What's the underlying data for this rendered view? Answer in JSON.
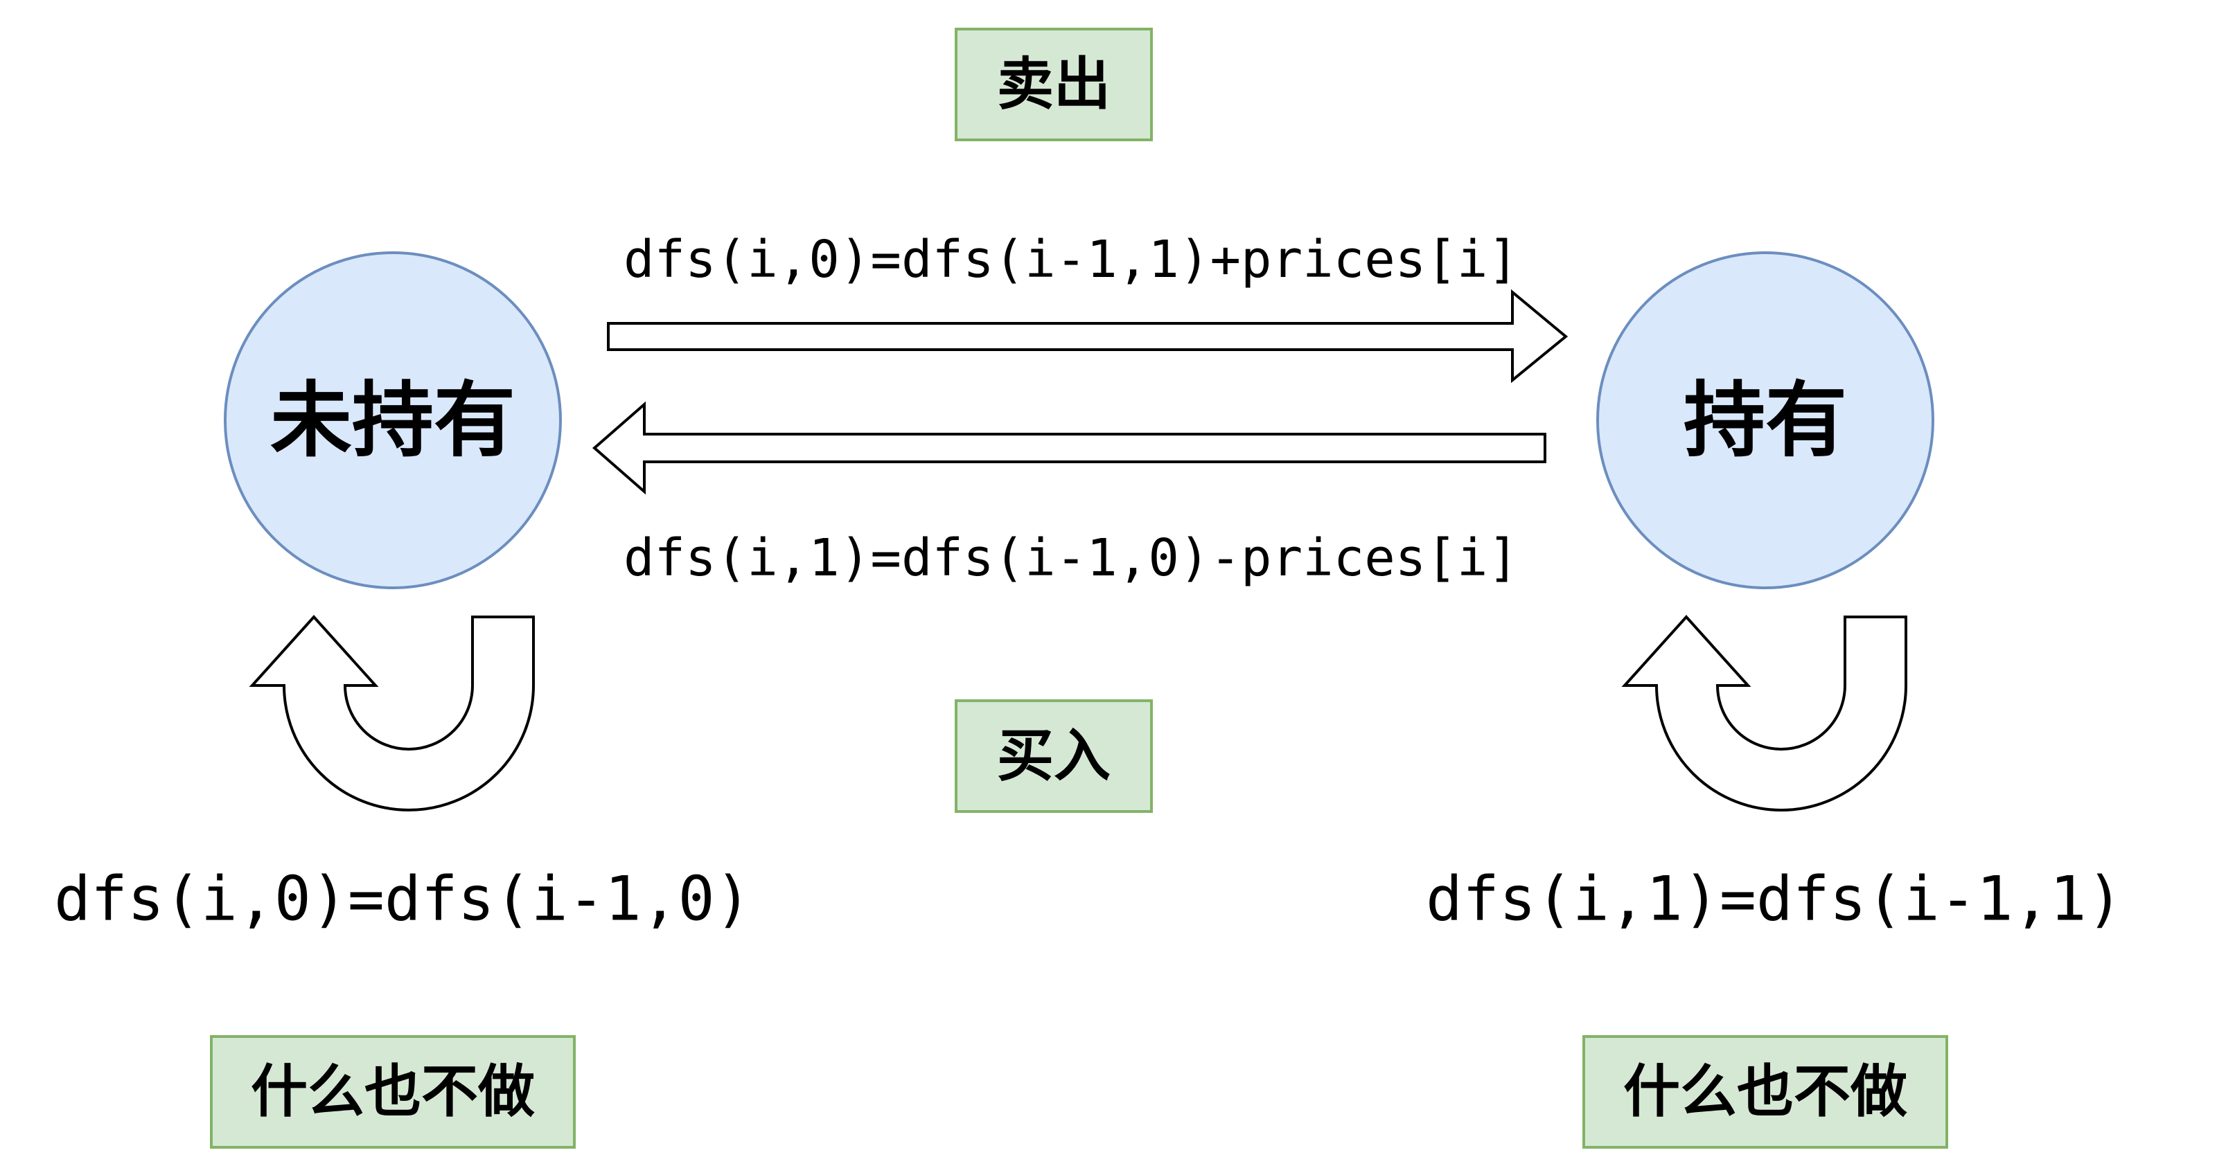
{
  "nodes": {
    "not_holding": "未持有",
    "holding": "持有"
  },
  "actions": {
    "sell": "卖出",
    "buy": "买入",
    "do_nothing_left": "什么也不做",
    "do_nothing_right": "什么也不做"
  },
  "formulas": {
    "sell": "dfs(i,0)=dfs(i-1,1)+prices[i]",
    "buy": "dfs(i,1)=dfs(i-1,0)-prices[i]",
    "stay_not_holding": "dfs(i,0)=dfs(i-1,0)",
    "stay_holding": "dfs(i,1)=dfs(i-1,1)"
  },
  "colors": {
    "node_fill": "#dae8fc",
    "node_stroke": "#6c8ebf",
    "box_fill": "#d5e8d4",
    "box_stroke": "#82b366",
    "arrow_stroke": "#000000",
    "arrow_fill": "#ffffff"
  }
}
